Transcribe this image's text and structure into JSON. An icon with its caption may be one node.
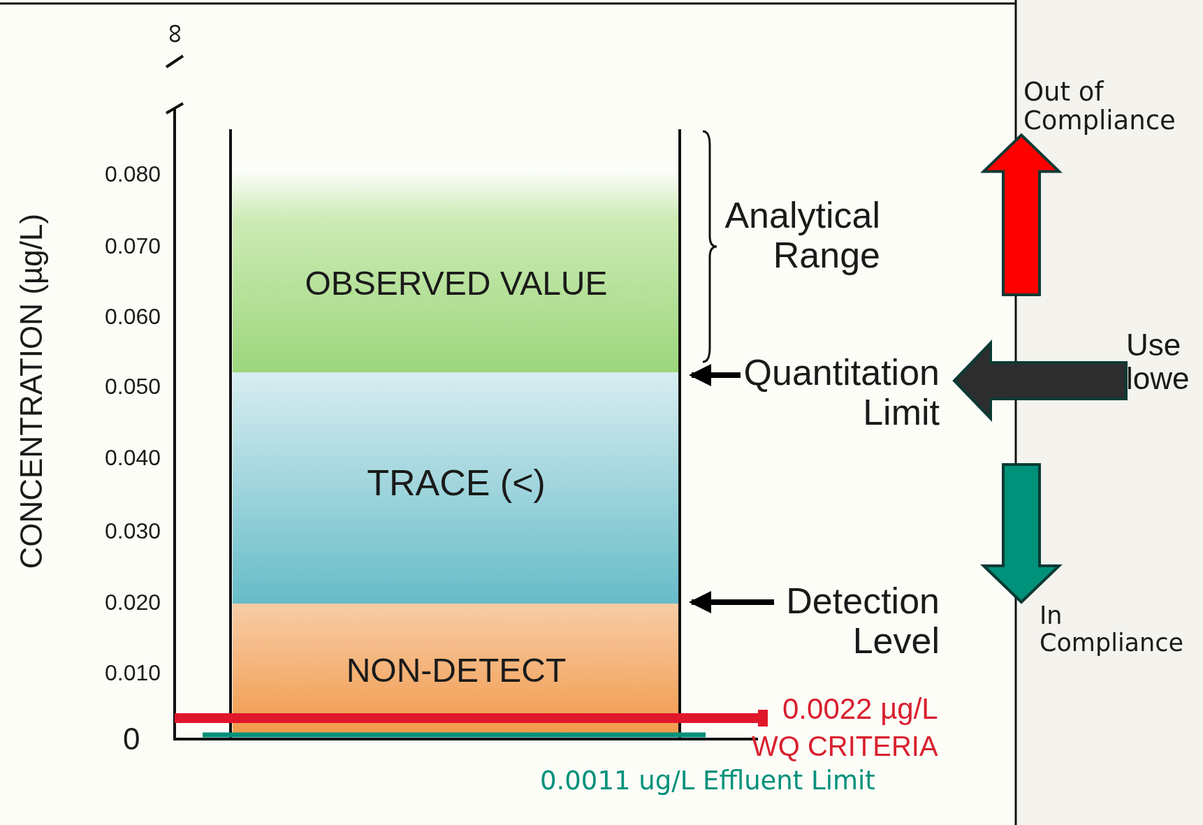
{
  "diagram": {
    "nodes": [
      {
        "text": [
          "OBSERVED VALUE"
        ]
      },
      {
        "text": [
          "TRACE (<)"
        ]
      },
      {
        "text": [
          "NON-DETECT"
        ]
      },
      {
        "text": [
          "Analytical Range"
        ]
      },
      {
        "text": [
          "Quantitation Limit"
        ]
      },
      {
        "text": [
          "Detection Level"
        ]
      },
      {
        "text": [
          "Out of Compliance"
        ]
      },
      {
        "text": [
          "In Compliance"
        ]
      },
      {
        "text": [
          "Use lowe"
        ]
      }
    ],
    "edges": [
      {
        "from": 4,
        "to": null,
        "arrow": "to"
      },
      {
        "from": 5,
        "to": null,
        "arrow": "to"
      },
      {
        "from": null,
        "to": 6,
        "arrow": "to",
        "style": "thick",
        "color": "#ff0000"
      },
      {
        "from": null,
        "to": 7,
        "arrow": "to",
        "style": "thick",
        "color": "#00917a"
      },
      {
        "from": 8,
        "to": null,
        "arrow": "to",
        "style": "thick",
        "color": "#2d2d2d"
      }
    ],
    "labels": [
      "∞",
      "CONCENTRATION (µg/L)",
      "0.080",
      "0.070",
      "0.060",
      "0.050",
      "0.040",
      "0.030",
      "0.020",
      "0.010",
      "0",
      "0.0022 µg/L",
      "WQ CRITERIA",
      "0.0011 ug/L Effluent Limit"
    ]
  }
}
